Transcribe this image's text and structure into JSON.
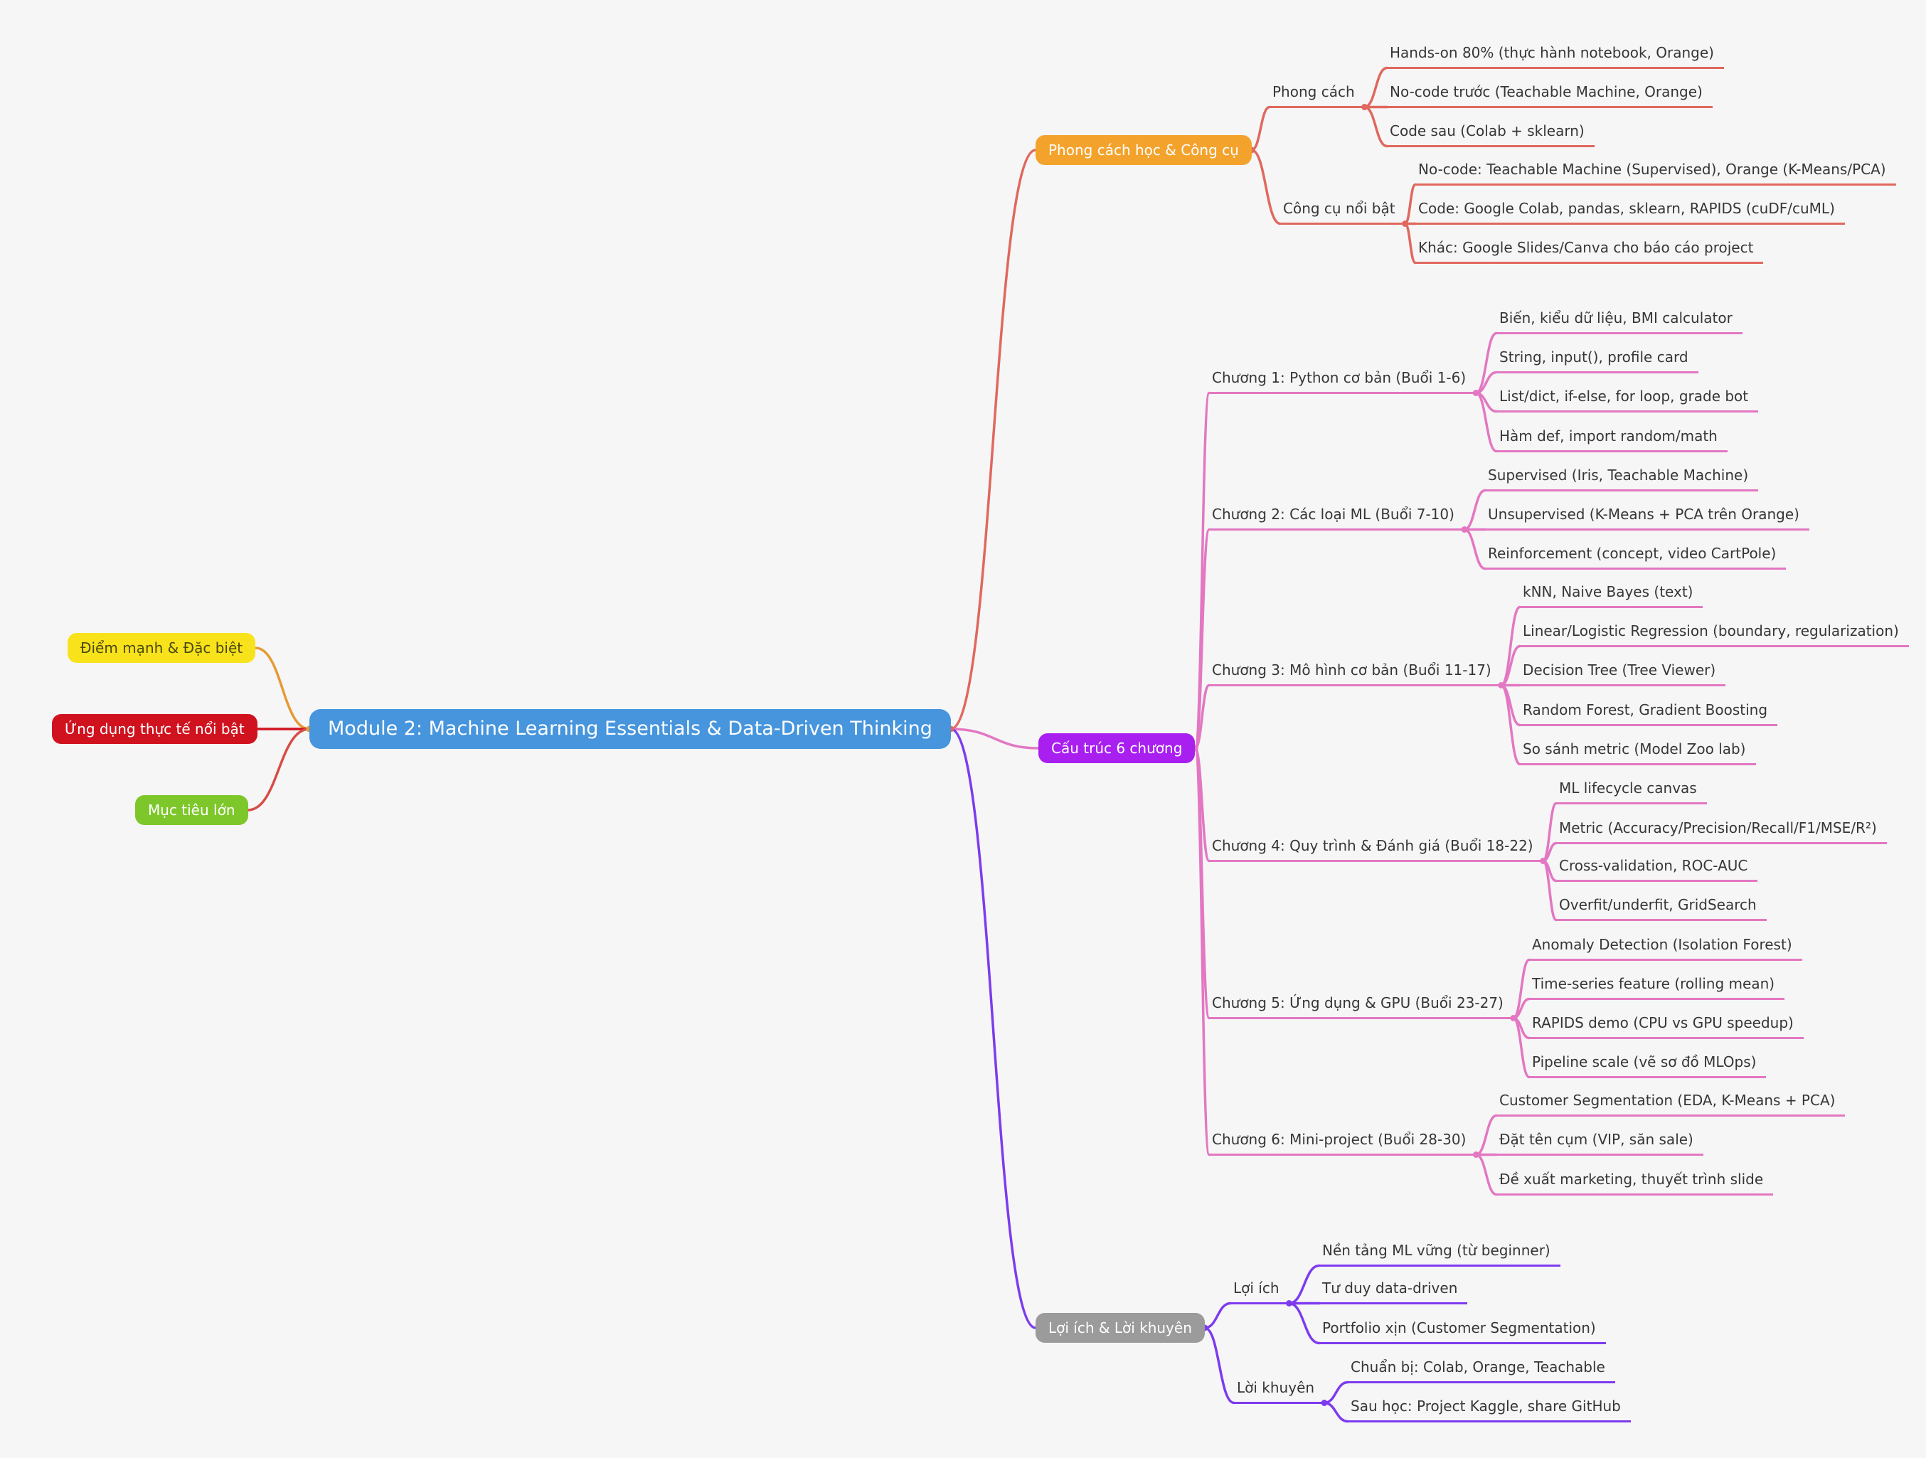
{
  "canvas": {
    "bg": "#f6f6f6"
  },
  "colors": {
    "root_bg": "#4695dd",
    "top_box_bg": "#f3a32c",
    "mid_box_bg": "#a91ff0",
    "bot_box_bg": "#9b9b9b",
    "yellow_bg": "#f8e21b",
    "red_bg": "#d0121f",
    "green_bg": "#7dc72a",
    "yellow_text": "#4a4a10",
    "box_text": "#ffffff",
    "leaf_text": "#363636",
    "edge_top": "#e0685e",
    "edge_mid": "#e377c2",
    "edge_bot": "#7d3bef",
    "edge_yellow": "#e59a35",
    "edge_red": "#d0121f",
    "edge_green": "#d64d45"
  },
  "root": {
    "label": "Module 2: Machine Learning Essentials & Data-Driven Thinking"
  },
  "left": [
    {
      "label": "Điểm mạnh & Đặc biệt"
    },
    {
      "label": "Ứng dụng thực tế nổi bật"
    },
    {
      "label": "Mục tiêu lớn"
    }
  ],
  "top": {
    "label": "Phong cách học & Công cụ",
    "groups": [
      {
        "label": "Phong cách",
        "items": [
          "Hands-on 80% (thực hành notebook, Orange)",
          "No-code trước (Teachable Machine, Orange)",
          "Code sau (Colab + sklearn)"
        ]
      },
      {
        "label": "Công cụ nổi bật",
        "items": [
          "No-code: Teachable Machine (Supervised), Orange (K-Means/PCA)",
          "Code: Google Colab, pandas, sklearn, RAPIDS (cuDF/cuML)",
          "Khác: Google Slides/Canva cho báo cáo project"
        ]
      }
    ]
  },
  "mid": {
    "label": "Cấu trúc 6 chương",
    "chapters": [
      {
        "label": "Chương 1: Python cơ bản (Buổi 1-6)",
        "items": [
          "Biến, kiểu dữ liệu, BMI calculator",
          "String, input(), profile card",
          "List/dict, if-else, for loop, grade bot",
          "Hàm def, import random/math"
        ]
      },
      {
        "label": "Chương 2: Các loại ML (Buổi 7-10)",
        "items": [
          "Supervised (Iris, Teachable Machine)",
          "Unsupervised (K-Means + PCA trên Orange)",
          "Reinforcement (concept, video CartPole)"
        ]
      },
      {
        "label": "Chương 3: Mô hình cơ bản (Buổi 11-17)",
        "items": [
          "kNN, Naive Bayes (text)",
          "Linear/Logistic Regression (boundary, regularization)",
          "Decision Tree (Tree Viewer)",
          "Random Forest, Gradient Boosting",
          "So sánh metric (Model Zoo lab)"
        ]
      },
      {
        "label": "Chương 4: Quy trình & Đánh giá (Buổi 18-22)",
        "items": [
          "ML lifecycle canvas",
          "Metric (Accuracy/Precision/Recall/F1/MSE/R²)",
          "Cross-validation, ROC-AUC",
          "Overfit/underfit, GridSearch"
        ]
      },
      {
        "label": "Chương 5: Ứng dụng & GPU (Buổi 23-27)",
        "items": [
          "Anomaly Detection (Isolation Forest)",
          "Time-series feature (rolling mean)",
          "RAPIDS demo (CPU vs GPU speedup)",
          "Pipeline scale (vẽ sơ đồ MLOps)"
        ]
      },
      {
        "label": "Chương 6: Mini-project (Buổi 28-30)",
        "items": [
          "Customer Segmentation (EDA, K-Means + PCA)",
          "Đặt tên cụm (VIP, săn sale)",
          "Đề xuất marketing, thuyết trình slide"
        ]
      }
    ]
  },
  "bot": {
    "label": "Lợi ích & Lời khuyên",
    "groups": [
      {
        "label": "Lợi ích",
        "items": [
          "Nền tảng ML vững (từ beginner)",
          "Tư duy data-driven",
          "Portfolio xịn (Customer Segmentation)"
        ]
      },
      {
        "label": "Lời khuyên",
        "items": [
          "Chuẩn bị: Colab, Orange, Teachable",
          "Sau học: Project Kaggle, share GitHub"
        ]
      }
    ]
  }
}
